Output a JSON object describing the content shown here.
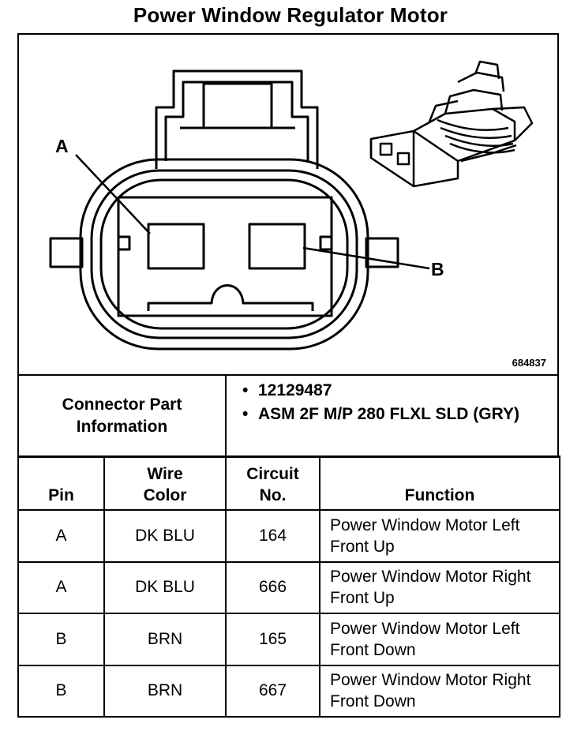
{
  "title": "Power Window Regulator Motor",
  "figure": {
    "figure_id": "684837",
    "pin_labels": [
      "A",
      "B"
    ]
  },
  "connector_info": {
    "label": "Connector Part Information",
    "items": [
      "12129487",
      "ASM 2F M/P 280 FLXL SLD (GRY)"
    ]
  },
  "pin_table": {
    "headers": {
      "pin": "Pin",
      "wire_color": "Wire Color",
      "circuit_no": "Circuit No.",
      "function": "Function"
    },
    "rows": [
      {
        "pin": "A",
        "wire_color": "DK BLU",
        "circuit_no": "164",
        "function": "Power Window Motor Left Front Up"
      },
      {
        "pin": "A",
        "wire_color": "DK BLU",
        "circuit_no": "666",
        "function": "Power Window Motor Right Front Up"
      },
      {
        "pin": "B",
        "wire_color": "BRN",
        "circuit_no": "165",
        "function": "Power Window Motor Left Front Down"
      },
      {
        "pin": "B",
        "wire_color": "BRN",
        "circuit_no": "667",
        "function": "Power Window Motor Right Front Down"
      }
    ]
  }
}
